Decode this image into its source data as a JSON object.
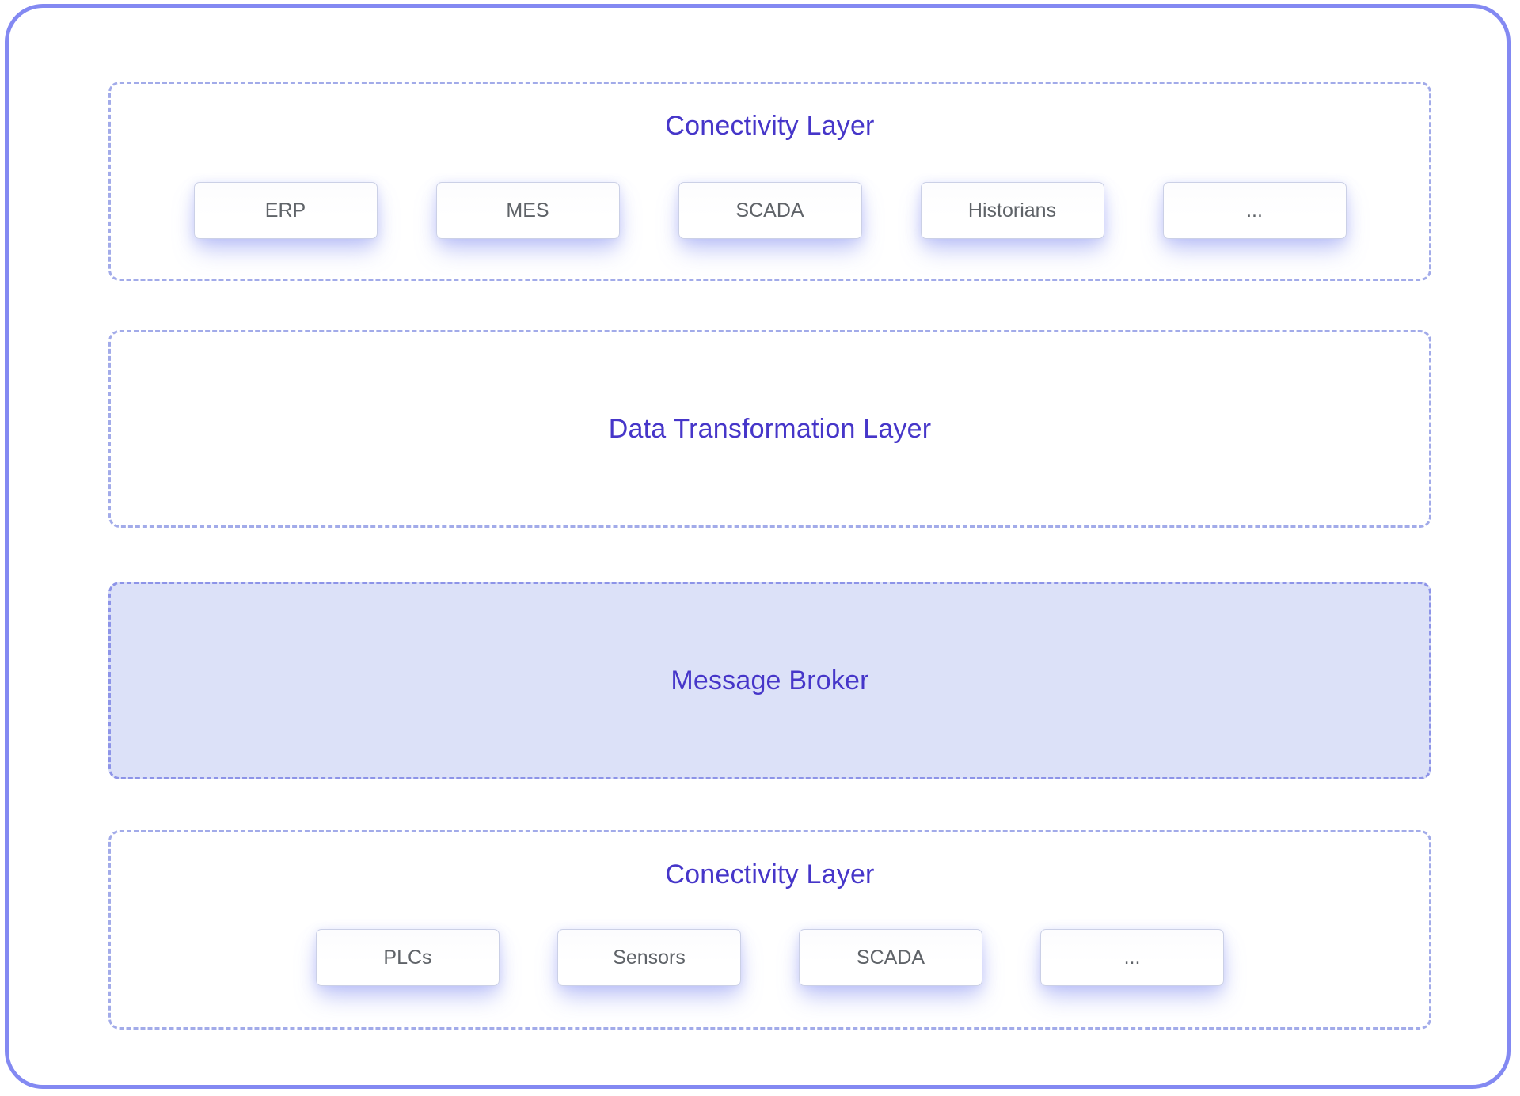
{
  "diagram": {
    "sections": [
      {
        "id": "connectivity-top",
        "title": "Conectivity Layer",
        "boxes": [
          "ERP",
          "MES",
          "SCADA",
          "Historians",
          "..."
        ]
      },
      {
        "id": "data-transformation",
        "title": "Data Transformation Layer",
        "boxes": []
      },
      {
        "id": "message-broker",
        "title": "Message Broker",
        "boxes": []
      },
      {
        "id": "connectivity-bottom",
        "title": "Conectivity Layer",
        "boxes": [
          "PLCs",
          "Sensors",
          "SCADA",
          "..."
        ]
      }
    ],
    "colors": {
      "accent_text": "#4636c9",
      "outer_border": "#8389f2",
      "dashed_border": "#a2abe9",
      "broker_fill": "#dce1f8",
      "broker_border": "#8d94e8",
      "box_label": "#5f6368",
      "box_border": "#cbd0e6"
    }
  }
}
